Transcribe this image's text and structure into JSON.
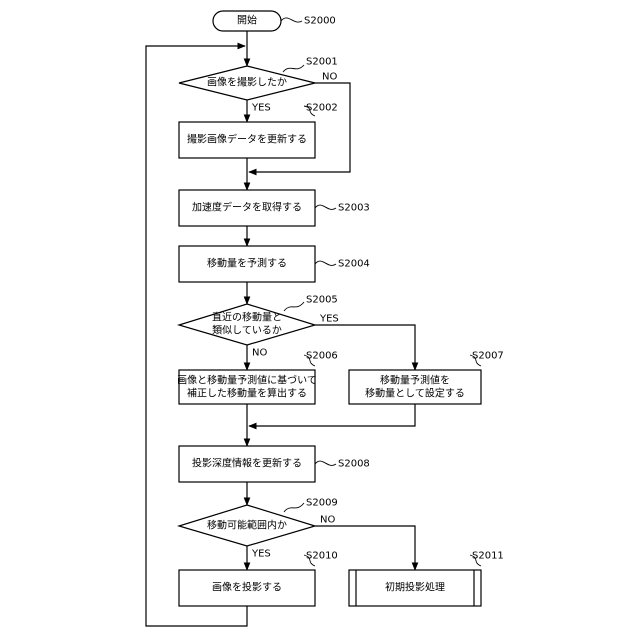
{
  "nodes": {
    "start": {
      "label": "開始",
      "step_id": "S2000"
    },
    "s2001": {
      "label": "画像を撮影したか",
      "step_id": "S2001",
      "yes": "YES",
      "no": "NO"
    },
    "s2002": {
      "label": "撮影画像データを更新する",
      "step_id": "S2002"
    },
    "s2003": {
      "label": "加速度データを取得する",
      "step_id": "S2003"
    },
    "s2004": {
      "label": "移動量を予測する",
      "step_id": "S2004"
    },
    "s2005": {
      "label_line1": "直近の移動量と",
      "label_line2": "類似しているか",
      "step_id": "S2005",
      "yes": "YES",
      "no": "NO"
    },
    "s2006": {
      "label_line1": "画像と移動量予測値に基づいて",
      "label_line2": "補正した移動量を算出する",
      "step_id": "S2006"
    },
    "s2007": {
      "label_line1": "移動量予測値を",
      "label_line2": "移動量として設定する",
      "step_id": "S2007"
    },
    "s2008": {
      "label": "投影深度情報を更新する",
      "step_id": "S2008"
    },
    "s2009": {
      "label": "移動可能範囲内か",
      "step_id": "S2009",
      "yes": "YES",
      "no": "NO"
    },
    "s2010": {
      "label": "画像を投影する",
      "step_id": "S2010"
    },
    "s2011": {
      "label": "初期投影処理",
      "step_id": "S2011"
    }
  }
}
